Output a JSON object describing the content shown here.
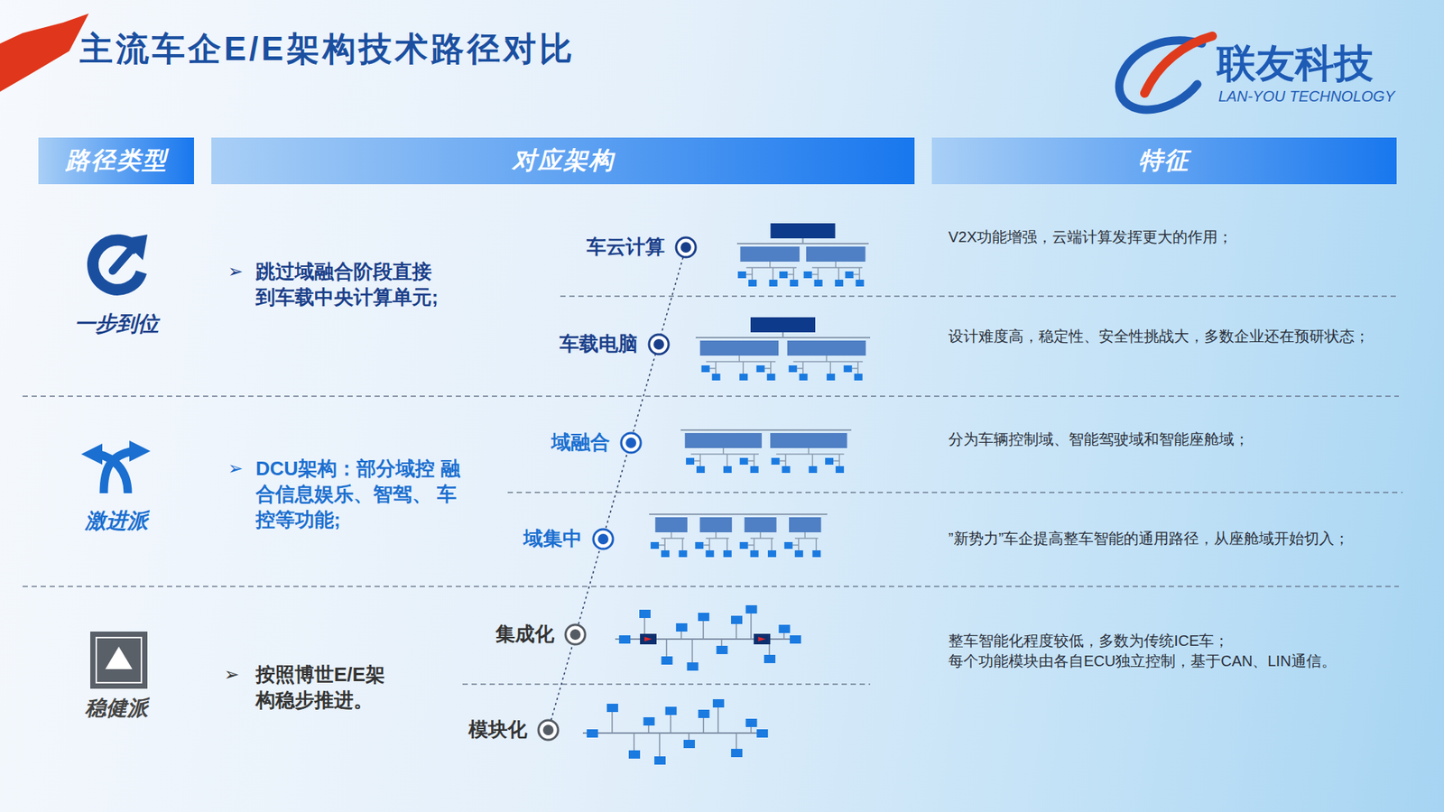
{
  "diagram": {
    "title": "主流车企E/E架构技术路径对比",
    "nodes": [
      {
        "text": [
          "路径类型"
        ]
      },
      {
        "text": [
          "对应架构"
        ]
      },
      {
        "text": [
          "特征"
        ]
      }
    ],
    "labels": [
      "联友科技",
      "LAN-YOU TECHNOLOGY",
      "一步到位",
      "➢",
      "跳过域融合阶段直接 到车载中央计算单元;",
      "车云计算",
      "V2X功能增强，云端计算发挥更大的作用；",
      "车载电脑",
      "设计难度高，稳定性、安全性挑战大，多数企业还在预研状态；",
      "激进派",
      "➢",
      "DCU架构：部分域控 融合信息娱乐、智驾、 车控等功能;",
      "域融合",
      "分为车辆控制域、智能驾驶域和智能座舱域；",
      "域集中",
      "”新势力”车企提高整车智能的通用路径，从座舱域开始切入；",
      "稳健派",
      "➢",
      "按照博世E/E架 构稳步推进。",
      "集成化",
      "整车智能化程度较低，多数为传统ICE车；",
      "模块化",
      "每个功能模块由各自ECU独立控制，基于CAN、LIN通信。"
    ]
  }
}
